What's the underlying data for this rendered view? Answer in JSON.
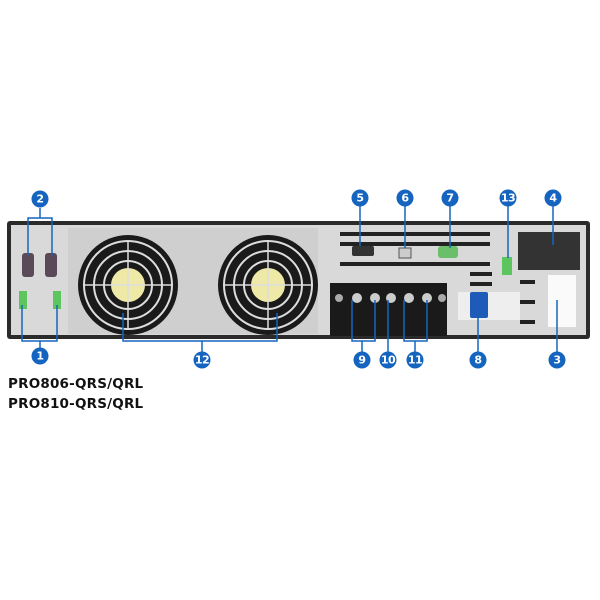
{
  "models": [
    "PRO806-QRS/QRL",
    "PRO810-QRS/QRL"
  ],
  "callouts": [
    "1",
    "2",
    "3",
    "4",
    "5",
    "6",
    "7",
    "8",
    "9",
    "10",
    "11",
    "12",
    "13"
  ],
  "colors": {
    "callout": "#1565c0",
    "panel": "#d9d9d9",
    "frame": "#2b2b2b",
    "terminal_green": "#5dc55d",
    "breaker_blue": "#1e5bb8",
    "fan_hub": "#efe9a8"
  }
}
